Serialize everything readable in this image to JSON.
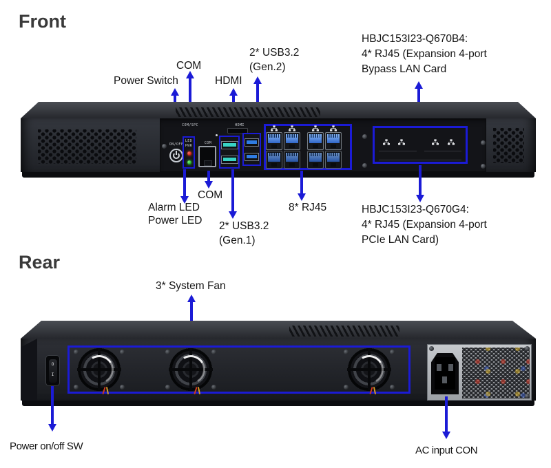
{
  "colors": {
    "accent": "#1b1bd6",
    "usb_gen1_teal": "#38d3c5",
    "usb_gen2_blue": "#2f7ce4",
    "rj45_blue": "#3f7ddc"
  },
  "front": {
    "heading": "Front",
    "callouts_top": {
      "power_switch": "Power Switch",
      "com": "COM",
      "hdmi": "HDMI",
      "usb32_gen2": [
        "2* USB3.2",
        "(Gen.2)"
      ],
      "bypass_card": [
        "HBJC153I23-Q670B4:",
        "4* RJ45 (Expansion 4-port",
        "Bypass LAN Card"
      ]
    },
    "callouts_bottom": {
      "alarm_led": "Alarm LED",
      "power_led": "Power LED",
      "com": "COM",
      "usb32_gen1": [
        "2* USB3.2",
        "(Gen.1)"
      ],
      "rj45": "8* RJ45",
      "pcie_card": [
        "HBJC153I23-Q670G4:",
        "4* RJ45 (Expansion 4-port",
        "PCIe LAN Card)"
      ]
    },
    "panel_marks": {
      "com_print": "COM/SPC",
      "hdmi_print": "HDMI",
      "onoff": "ON/OFF",
      "led": "LED",
      "pwr": "PWR",
      "com_port": "COM"
    }
  },
  "rear": {
    "heading": "Rear",
    "callouts": {
      "system_fan": "3* System Fan",
      "power_sw": "Power on/off SW",
      "ac_input": "AC input CON"
    },
    "switch_marks": {
      "off": "O",
      "on": "I"
    }
  }
}
